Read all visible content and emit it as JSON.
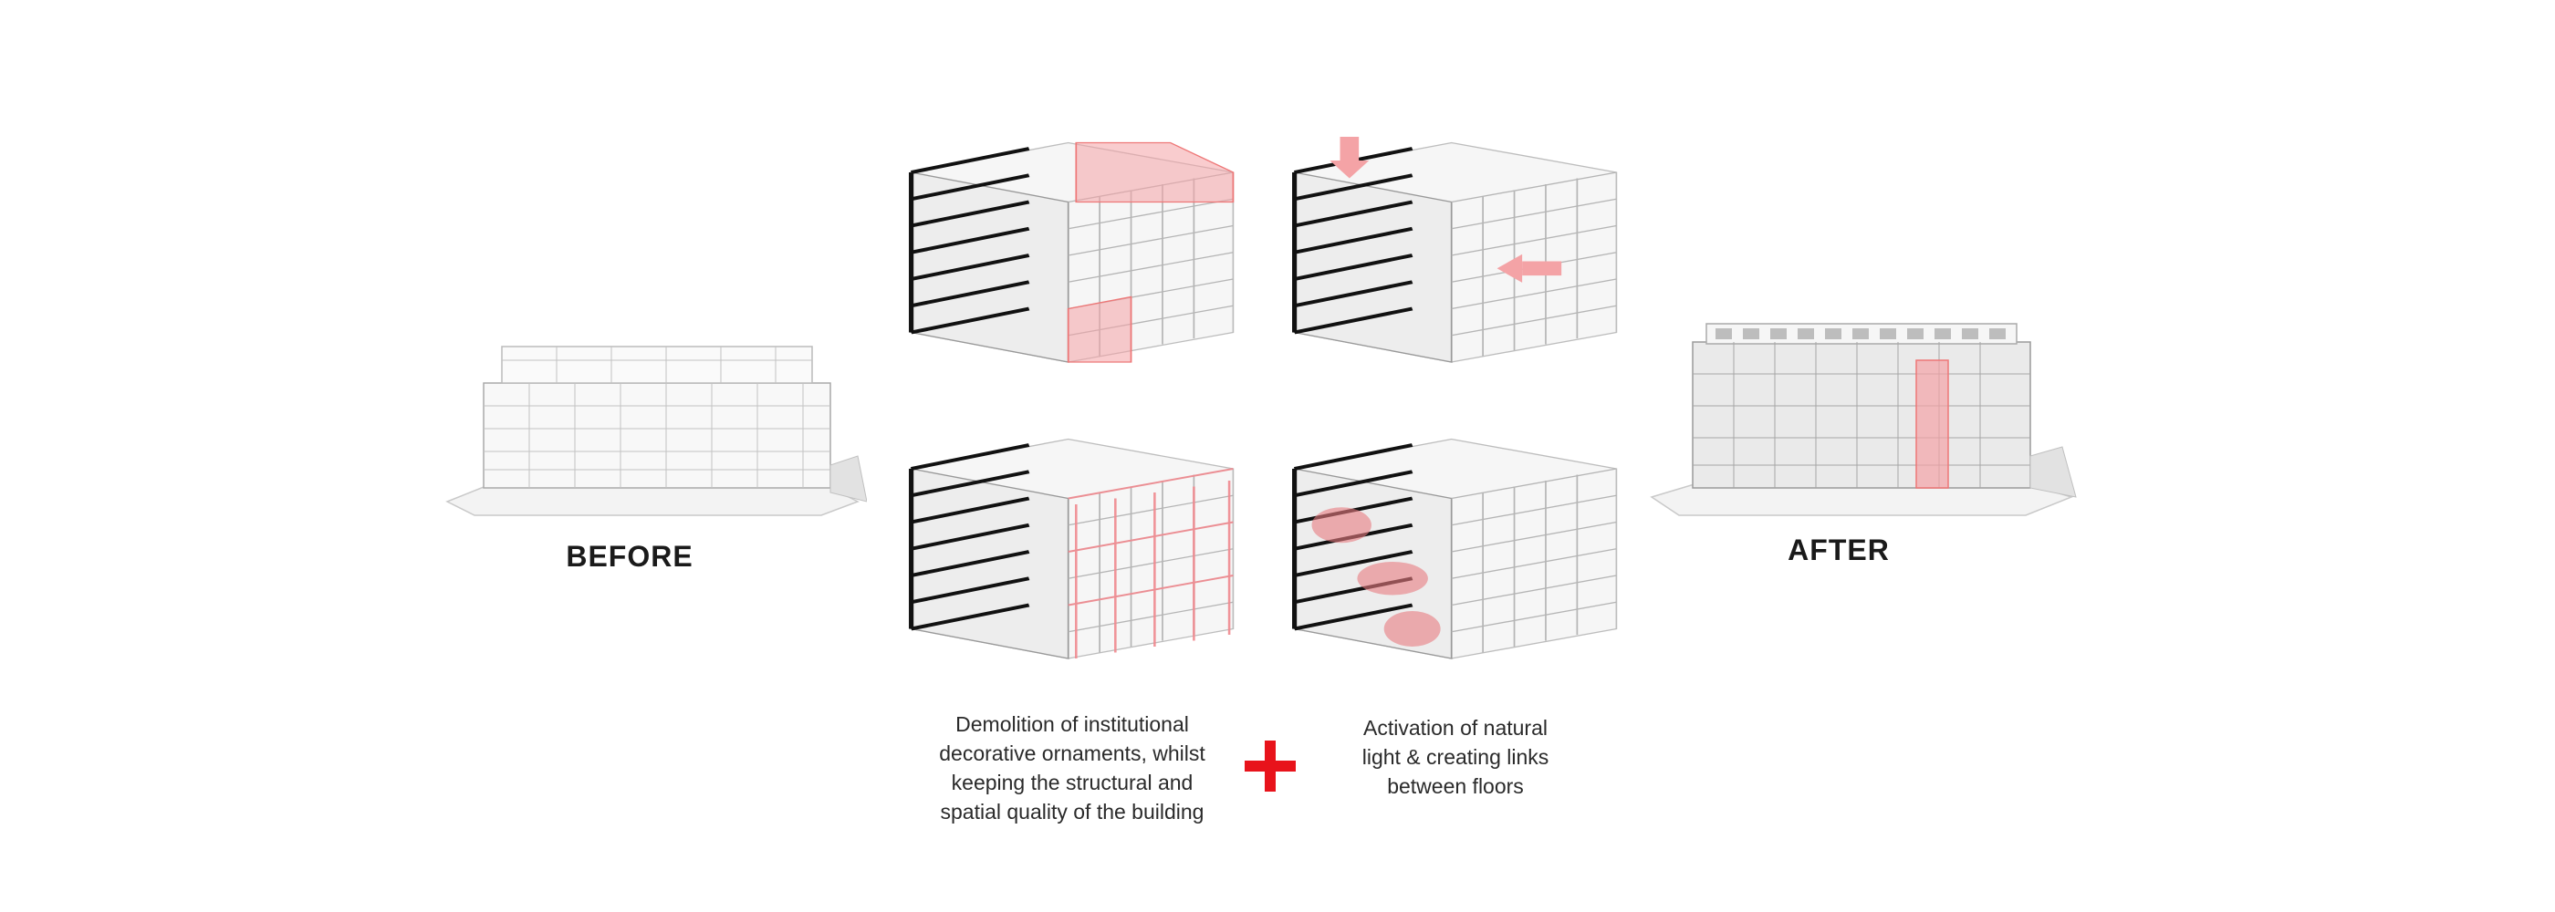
{
  "labels": {
    "before": "BEFORE",
    "after": "AFTER"
  },
  "captions": {
    "left": [
      "Demolition of institutional",
      "decorative ornaments, whilst",
      "keeping the structural and",
      "spatial quality of the building"
    ],
    "right": [
      "Activation of natural",
      "light & creating links",
      "between floors"
    ]
  },
  "colors": {
    "accent_red": "#e8131b",
    "highlight_pink": "#f4a3a6",
    "line_dark": "#111111",
    "line_light": "#9a9a9a"
  }
}
